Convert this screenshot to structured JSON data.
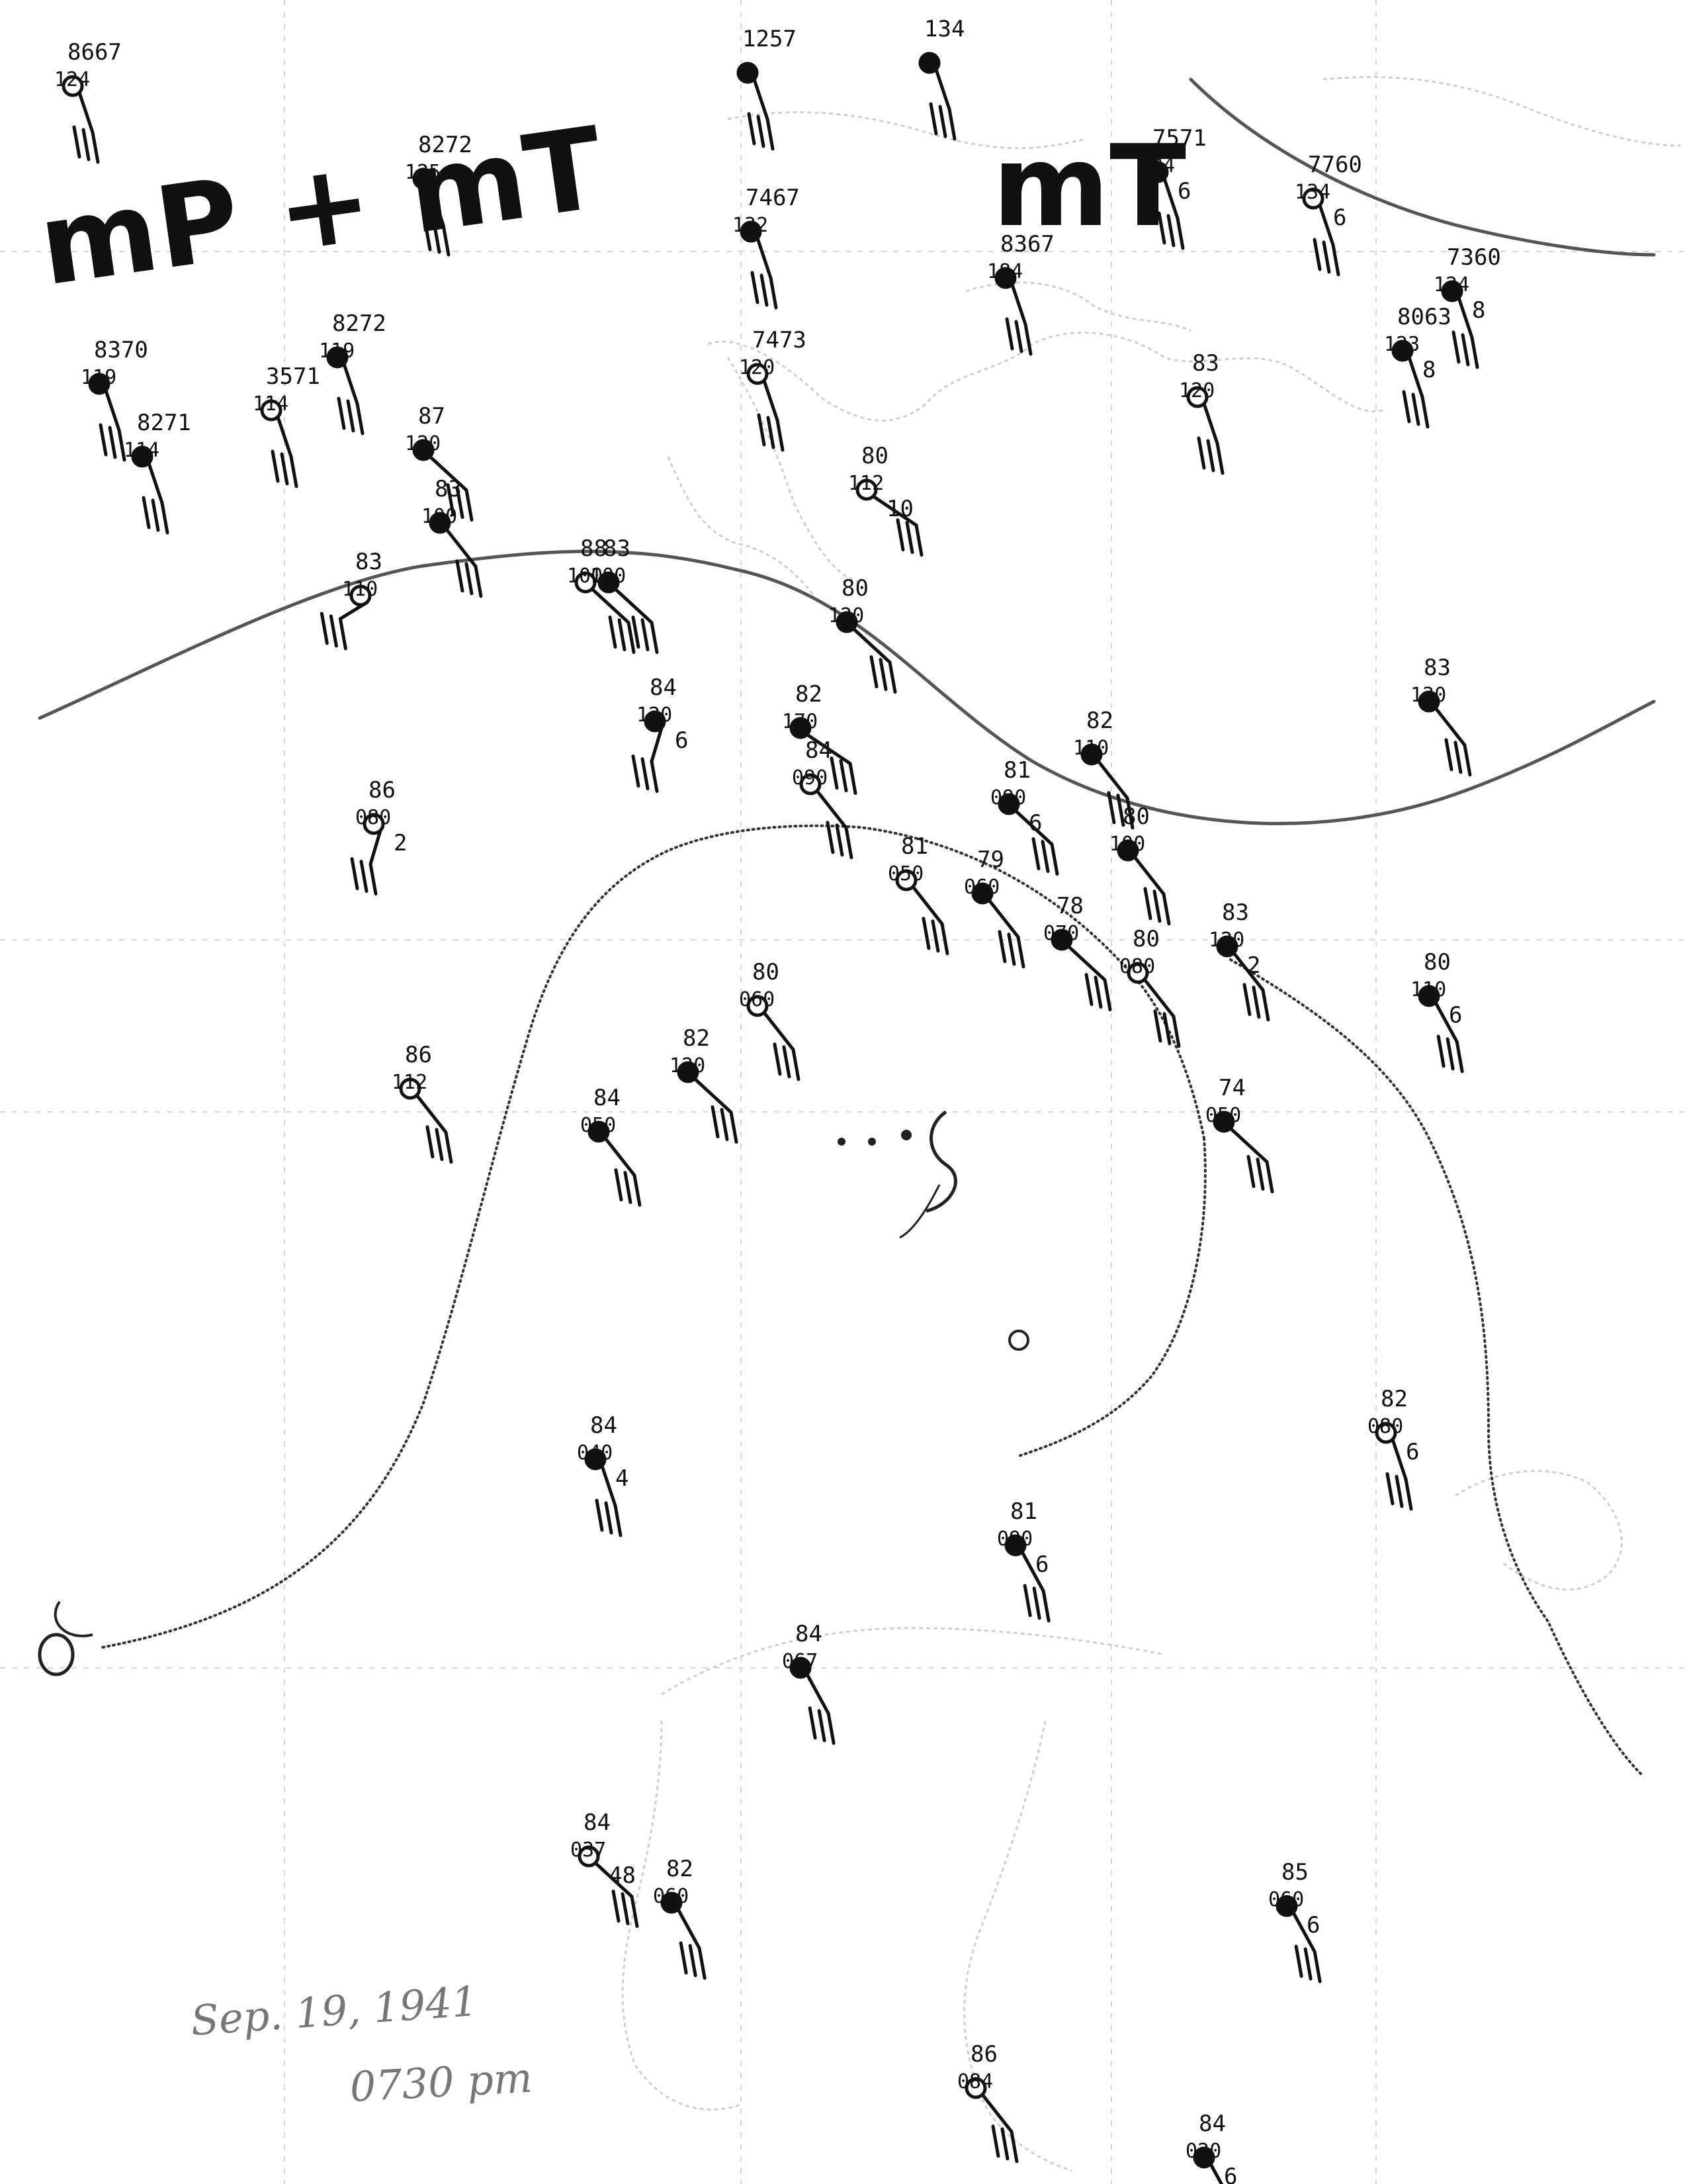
{
  "map": {
    "air_mass_labels": [
      "mP + mT",
      "mT"
    ],
    "caption": {
      "date": "Sep. 19, 1941",
      "time": "0730 pm"
    },
    "stations": [
      {
        "id": "s01",
        "temp": "80",
        "pressure": "112",
        "other": "10"
      },
      {
        "id": "s02",
        "temp": "80",
        "pressure": "120",
        "other": ""
      },
      {
        "id": "s03",
        "temp": "84",
        "pressure": "120",
        "other": "6"
      },
      {
        "id": "s04",
        "temp": "83",
        "pressure": "110",
        "other": ""
      },
      {
        "id": "s05",
        "temp": "87",
        "pressure": "120",
        "other": ""
      },
      {
        "id": "s06",
        "temp": "83",
        "pressure": "100",
        "other": ""
      },
      {
        "id": "s07",
        "temp": "88",
        "pressure": "100",
        "other": ""
      },
      {
        "id": "s08",
        "temp": "83",
        "pressure": "100",
        "other": ""
      },
      {
        "id": "s09",
        "temp": "82",
        "pressure": "170",
        "other": ""
      },
      {
        "id": "s10",
        "temp": "84",
        "pressure": "090",
        "other": ""
      },
      {
        "id": "s11",
        "temp": "81",
        "pressure": "090",
        "other": "6"
      },
      {
        "id": "s12",
        "temp": "82",
        "pressure": "110",
        "other": ""
      },
      {
        "id": "s13",
        "temp": "86",
        "pressure": "080",
        "other": "2"
      },
      {
        "id": "s14",
        "temp": "83",
        "pressure": "130",
        "other": ""
      },
      {
        "id": "s15",
        "temp": "80",
        "pressure": "100",
        "other": ""
      },
      {
        "id": "s16",
        "temp": "81",
        "pressure": "050",
        "other": ""
      },
      {
        "id": "s17",
        "temp": "79",
        "pressure": "060",
        "other": ""
      },
      {
        "id": "s18",
        "temp": "78",
        "pressure": "070",
        "other": ""
      },
      {
        "id": "s19",
        "temp": "80",
        "pressure": "080",
        "other": ""
      },
      {
        "id": "s20",
        "temp": "83",
        "pressure": "120",
        "other": "2"
      },
      {
        "id": "s21",
        "temp": "80",
        "pressure": "110",
        "other": "6"
      },
      {
        "id": "s22",
        "temp": "80",
        "pressure": "060",
        "other": ""
      },
      {
        "id": "s23",
        "temp": "82",
        "pressure": "120",
        "other": ""
      },
      {
        "id": "s24",
        "temp": "84",
        "pressure": "050",
        "other": ""
      },
      {
        "id": "s25",
        "temp": "86",
        "pressure": "112",
        "other": ""
      },
      {
        "id": "s26",
        "temp": "74",
        "pressure": "050",
        "other": ""
      },
      {
        "id": "s27",
        "temp": "84",
        "pressure": "040",
        "other": "4"
      },
      {
        "id": "s28",
        "temp": "82",
        "pressure": "080",
        "other": "6"
      },
      {
        "id": "s29",
        "temp": "81",
        "pressure": "090",
        "other": "6"
      },
      {
        "id": "s30",
        "temp": "84",
        "pressure": "067",
        "other": ""
      },
      {
        "id": "s31",
        "temp": "84",
        "pressure": "037",
        "other": "48"
      },
      {
        "id": "s32",
        "temp": "82",
        "pressure": "060",
        "other": ""
      },
      {
        "id": "s33",
        "temp": "85",
        "pressure": "060",
        "other": "6"
      },
      {
        "id": "s34",
        "temp": "86",
        "pressure": "084",
        "other": ""
      },
      {
        "id": "s35",
        "temp": "84",
        "pressure": "020",
        "other": "6"
      },
      {
        "id": "s36",
        "temp": "8370",
        "pressure": "119",
        "other": ""
      },
      {
        "id": "s37",
        "temp": "3571",
        "pressure": "114",
        "other": ""
      },
      {
        "id": "s38",
        "temp": "8272",
        "pressure": "125",
        "other": ""
      },
      {
        "id": "s39",
        "temp": "8272",
        "pressure": "119",
        "other": ""
      },
      {
        "id": "s40",
        "temp": "8667",
        "pressure": "124",
        "other": ""
      },
      {
        "id": "s41",
        "temp": "8271",
        "pressure": "114",
        "other": ""
      },
      {
        "id": "s42",
        "temp": "7467",
        "pressure": "132",
        "other": ""
      },
      {
        "id": "s43",
        "temp": "7473",
        "pressure": "120",
        "other": ""
      },
      {
        "id": "s44",
        "temp": "8367",
        "pressure": "184",
        "other": ""
      },
      {
        "id": "s45",
        "temp": "7571",
        "pressure": "124",
        "other": "6"
      },
      {
        "id": "s46",
        "temp": "7760",
        "pressure": "134",
        "other": "6"
      },
      {
        "id": "s47",
        "temp": "7360",
        "pressure": "124",
        "other": "8"
      },
      {
        "id": "s48",
        "temp": "8063",
        "pressure": "123",
        "other": "8"
      },
      {
        "id": "s49",
        "temp": "83",
        "pressure": "120",
        "other": ""
      },
      {
        "id": "s50",
        "temp": "1257",
        "pressure": "",
        "other": ""
      },
      {
        "id": "s51",
        "temp": "134",
        "pressure": "",
        "other": ""
      }
    ]
  }
}
